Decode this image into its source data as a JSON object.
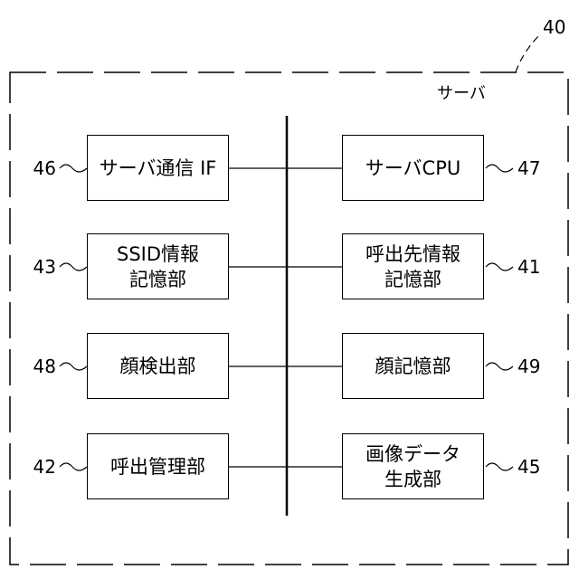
{
  "diagram": {
    "server_ref": "40",
    "server_label": "サーバ",
    "left_blocks": [
      {
        "ref": "46",
        "label": "サーバ通信 IF"
      },
      {
        "ref": "43",
        "label": "SSID情報\n記憶部"
      },
      {
        "ref": "48",
        "label": "顔検出部"
      },
      {
        "ref": "42",
        "label": "呼出管理部"
      }
    ],
    "right_blocks": [
      {
        "ref": "47",
        "label": "サーバCPU"
      },
      {
        "ref": "41",
        "label": "呼出先情報\n記憶部"
      },
      {
        "ref": "49",
        "label": "顔記憶部"
      },
      {
        "ref": "45",
        "label": "画像データ\n生成部"
      }
    ]
  }
}
